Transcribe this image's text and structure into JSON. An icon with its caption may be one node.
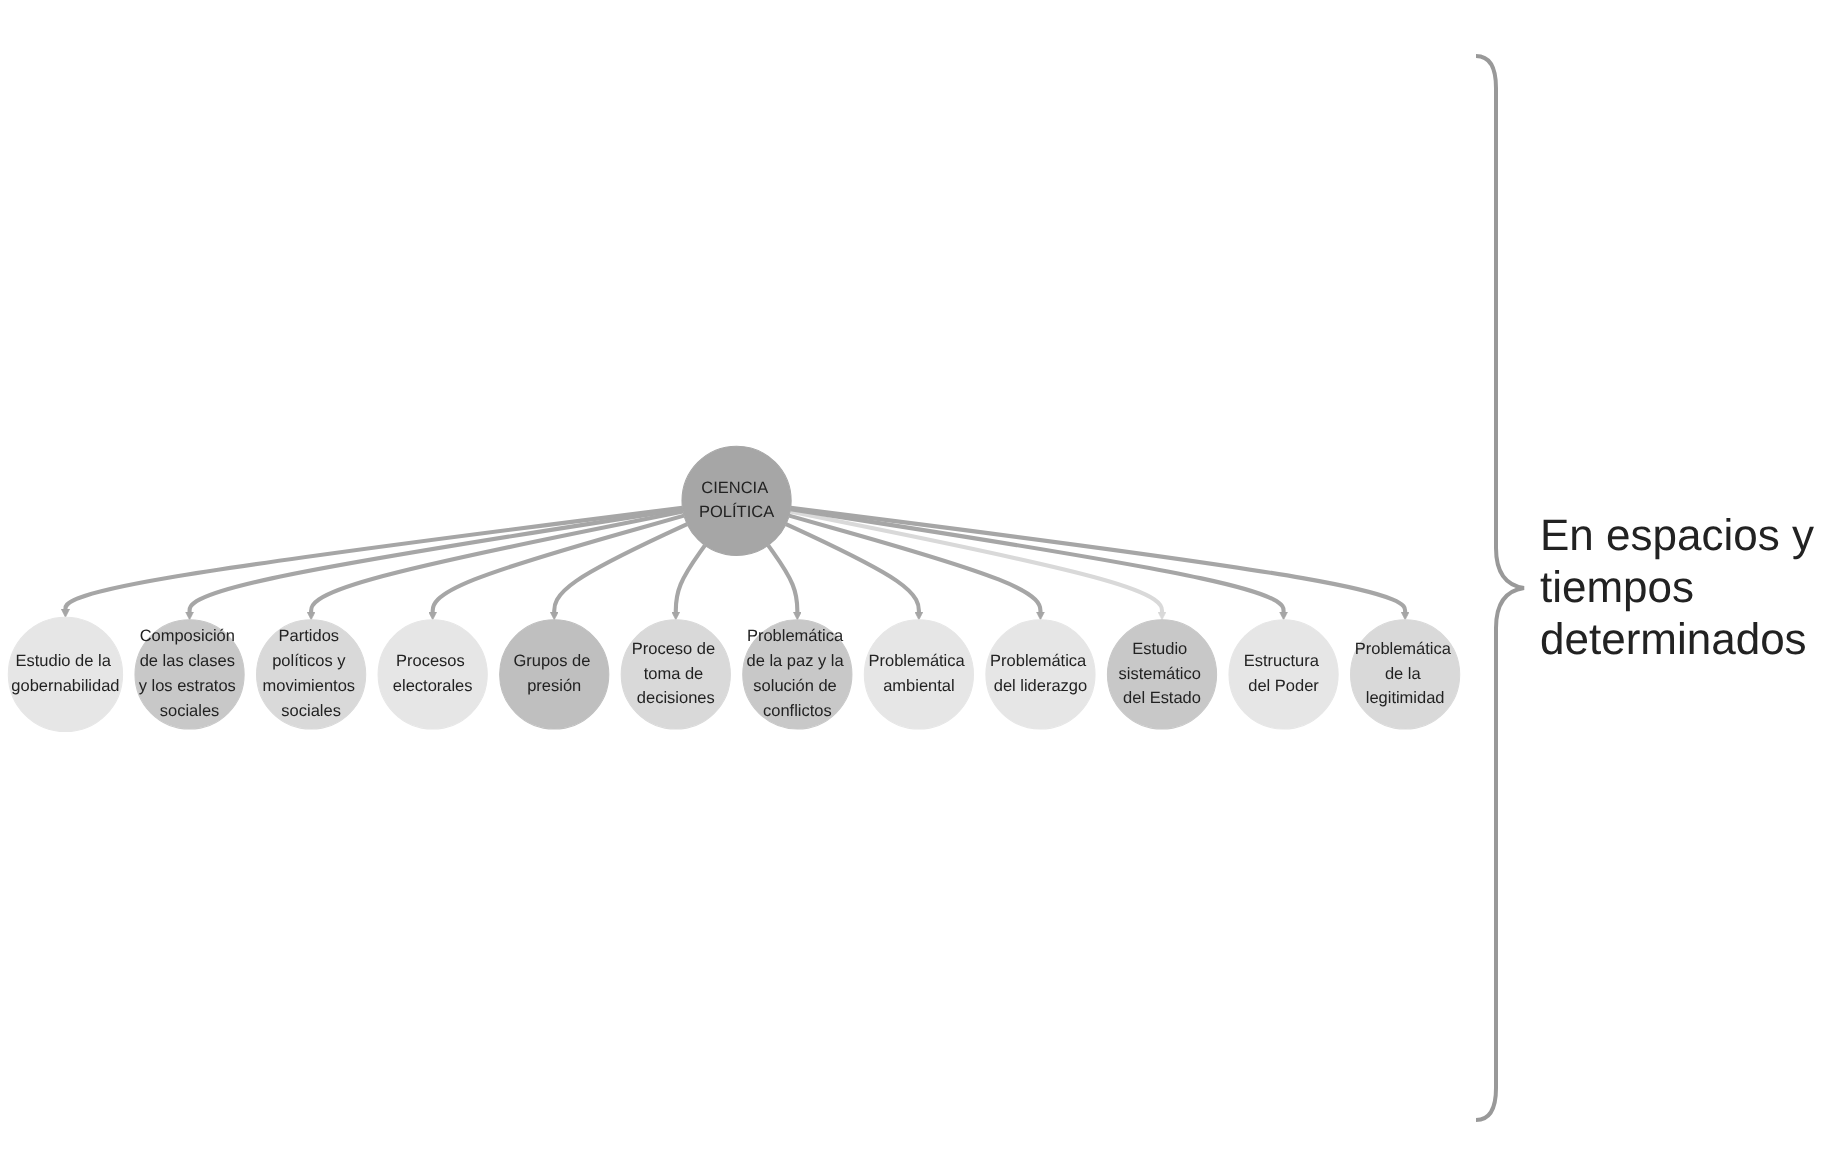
{
  "diagram": {
    "nodes": [
      {
        "text": [
          "CIENCIA POLÍTICA"
        ]
      },
      {
        "text": [
          "Estudio de la gobernabilidad"
        ]
      },
      {
        "text": [
          "Composición de las clases y los estratos sociales"
        ]
      },
      {
        "text": [
          "Partidos políticos y movimientos sociales"
        ]
      },
      {
        "text": [
          "Procesos electorales"
        ]
      },
      {
        "text": [
          "Grupos de presión"
        ]
      },
      {
        "text": [
          "Proceso de toma de decisiones"
        ]
      },
      {
        "text": [
          "Problemática de la paz y la solución de conflictos"
        ]
      },
      {
        "text": [
          "Problemática ambiental"
        ]
      },
      {
        "text": [
          "Problemática del liderazgo"
        ]
      },
      {
        "text": [
          "Estudio sistemático del Estado"
        ]
      },
      {
        "text": [
          "Estructura del Poder"
        ]
      },
      {
        "text": [
          "Problemática de la legitimidad"
        ]
      }
    ],
    "edges": [
      {
        "from": 0,
        "to": 1,
        "arrow": "to"
      },
      {
        "from": 0,
        "to": 2,
        "arrow": "to"
      },
      {
        "from": 0,
        "to": 3,
        "arrow": "to"
      },
      {
        "from": 0,
        "to": 4,
        "arrow": "to"
      },
      {
        "from": 0,
        "to": 5,
        "arrow": "to"
      },
      {
        "from": 0,
        "to": 6,
        "arrow": "to"
      },
      {
        "from": 0,
        "to": 7,
        "arrow": "to"
      },
      {
        "from": 0,
        "to": 8,
        "arrow": "to"
      },
      {
        "from": 0,
        "to": 9,
        "arrow": "to"
      },
      {
        "from": 0,
        "to": 10,
        "arrow": "to",
        "color": "#d9d9d9"
      },
      {
        "from": 0,
        "to": 11,
        "arrow": "to"
      },
      {
        "from": 0,
        "to": 12,
        "arrow": "to"
      }
    ],
    "labels": [
      "En espacios y tiempos determinados"
    ]
  }
}
